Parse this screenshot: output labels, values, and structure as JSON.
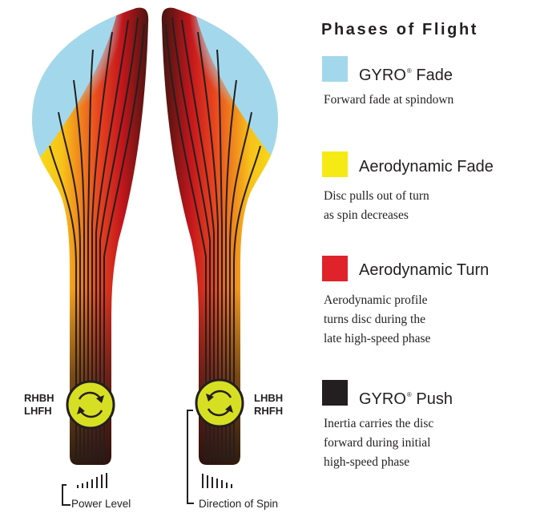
{
  "legend": {
    "title": "Phases of Flight",
    "items": [
      {
        "name": "GYRO",
        "mark": "®",
        "suffix": " Fade",
        "color": "#a3d8ec",
        "desc": [
          "Forward fade at spindown"
        ]
      },
      {
        "name": "Aerodynamic Fade",
        "mark": "",
        "suffix": "",
        "color": "#f5ea14",
        "desc": [
          "Disc pulls out of turn",
          "as spin decreases"
        ]
      },
      {
        "name": "Aerodynamic Turn",
        "mark": "",
        "suffix": "",
        "color": "#e0232b",
        "desc": [
          "Aerodynamic profile",
          "turns disc during the",
          "late high-speed phase"
        ]
      },
      {
        "name": "GYRO",
        "mark": "®",
        "suffix": " Push",
        "color": "#231f20",
        "desc": [
          "Inertia carries the disc",
          "forward during initial",
          "high-speed phase"
        ]
      }
    ]
  },
  "left_label": {
    "line1": "RHBH",
    "line2": "LHFH"
  },
  "right_label": {
    "line1": "LHBH",
    "line2": "RHFH"
  },
  "power_level_label": "Power Level",
  "spin_direction_label": "Direction of Spin",
  "colors": {
    "spin_icon": "#d7df23",
    "text": "#231f20"
  }
}
